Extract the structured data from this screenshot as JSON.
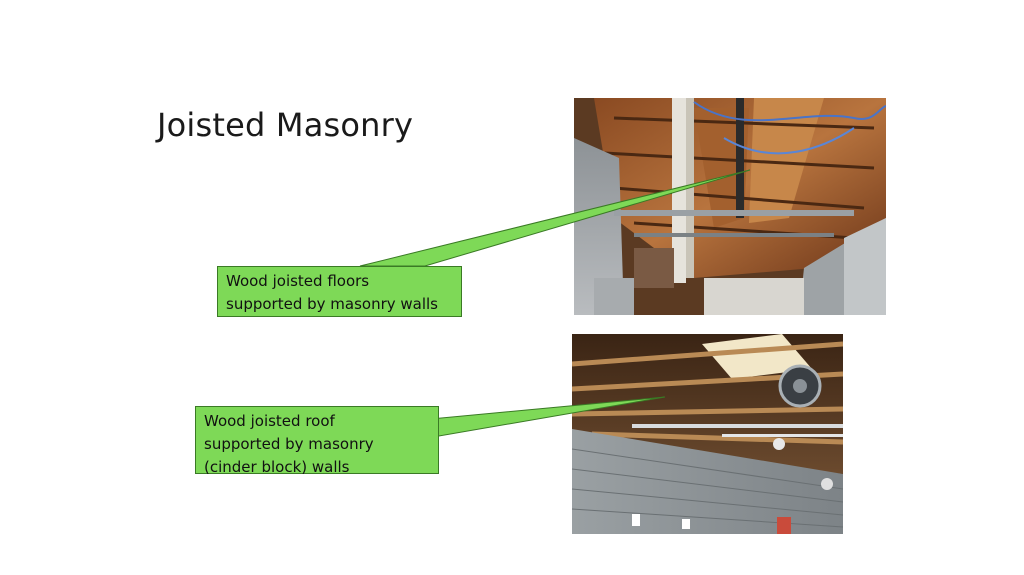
{
  "slide": {
    "title": "Joisted Masonry",
    "callouts": [
      {
        "lines": [
          "Wood joisted floors",
          "supported by masonry walls"
        ]
      },
      {
        "lines": [
          "Wood joisted roof",
          "supported by masonry",
          "(cinder block) walls"
        ]
      }
    ]
  },
  "colors": {
    "callout_fill": "#7ed957",
    "callout_border": "#3a7a25",
    "title_text": "#1a1a1a"
  }
}
